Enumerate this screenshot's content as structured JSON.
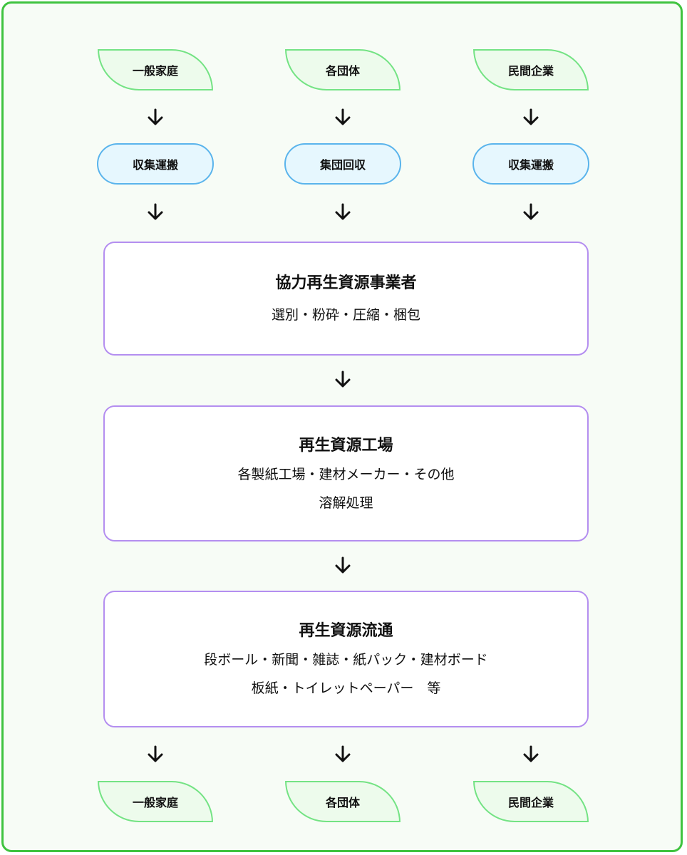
{
  "sources_top": [
    "一般家庭",
    "各団体",
    "民間企業"
  ],
  "collection": [
    "収集運搬",
    "集団回収",
    "収集運搬"
  ],
  "stage1": {
    "title": "協力再生資源事業者",
    "lines": [
      "選別・粉砕・圧縮・梱包"
    ]
  },
  "stage2": {
    "title": "再生資源工場",
    "lines": [
      "各製紙工場・建材メーカー・その他",
      "溶解処理"
    ]
  },
  "stage3": {
    "title": "再生資源流通",
    "lines": [
      "段ボール・新聞・雑誌・紙パック・建材ボード",
      "板紙・トイレットペーパー　等"
    ]
  },
  "sources_bottom": [
    "一般家庭",
    "各団体",
    "民間企業"
  ],
  "colors": {
    "frame": "#3fc33f",
    "leaf_border": "#74e384",
    "leaf_fill": "#edfbec",
    "pill_border": "#5ab4ec",
    "pill_fill": "#e6f7fe",
    "stage_border": "#b48ef0"
  },
  "icons": {
    "arrow": "arrow-down-icon"
  }
}
